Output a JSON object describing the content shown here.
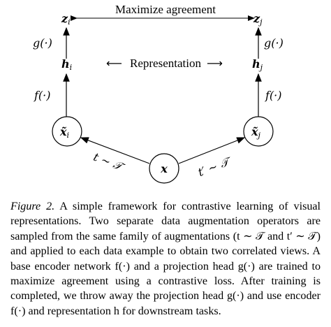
{
  "diagram": {
    "agreement_label": "Maximize agreement",
    "representation_label": "Representation",
    "z_i": "z",
    "z_j": "z",
    "h_i": "h",
    "h_j": "h",
    "x_i": "x̃",
    "x_j": "x̃",
    "x": "x",
    "sub_i": "i",
    "sub_j": "j",
    "g_label": "g(·)",
    "f_label": "f(·)",
    "t_label": "t ∼ 𝒯",
    "t_prime_label": "t′ ∼ 𝒯",
    "arrow_left": "⟵",
    "arrow_right": "⟶"
  },
  "caption": {
    "label": "Figure 2.",
    "text": " A simple framework for contrastive learning of visual representations. Two separate data augmentation operators are sampled from the same family of augmentations (t ∼ 𝒯 and t′ ∼ 𝒯) and applied to each data example to obtain two correlated views. A base encoder network f(·) and a projection head g(·) are trained to maximize agreement using a contrastive loss. After training is completed, we throw away the projection head g(·) and use encoder f(·) and representation h for downstream tasks."
  }
}
